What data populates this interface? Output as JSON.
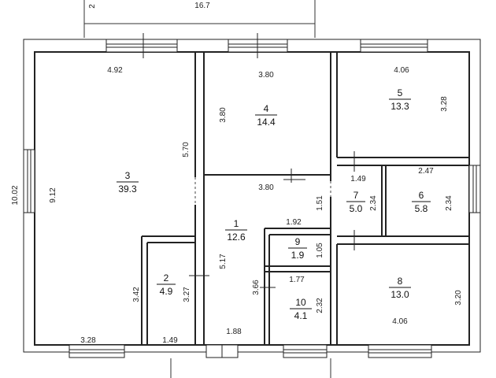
{
  "top_labels": {
    "left_cut": "2",
    "overall_width": "16.7"
  },
  "overall_height": "10.02",
  "rooms": [
    {
      "id": "1",
      "number": "1",
      "area": "12.6"
    },
    {
      "id": "2",
      "number": "2",
      "area": "4.9"
    },
    {
      "id": "3",
      "number": "3",
      "area": "39.3"
    },
    {
      "id": "4",
      "number": "4",
      "area": "14.4"
    },
    {
      "id": "5",
      "number": "5",
      "area": "13.3"
    },
    {
      "id": "6",
      "number": "6",
      "area": "5.8"
    },
    {
      "id": "7",
      "number": "7",
      "area": "5.0"
    },
    {
      "id": "8",
      "number": "8",
      "area": "13.0"
    },
    {
      "id": "9",
      "number": "9",
      "area": "1.9"
    },
    {
      "id": "10",
      "number": "10",
      "area": "4.1"
    }
  ],
  "dimensions": {
    "r3_top": "4.92",
    "r3_left": "9.12",
    "r3_right": "5.70",
    "r3_bottom": "3.28",
    "r4_top": "3.80",
    "r4_left": "3.80",
    "r4_bottom": "3.80",
    "r5_top": "4.06",
    "r5_right": "3.28",
    "r7_top": "1.49",
    "r7_left": "1.51",
    "r7_right": "2.34",
    "r6_top": "2.47",
    "r6_right": "2.34",
    "r1_right": "5.17",
    "r1_bottom": "1.88",
    "r9_top": "1.92",
    "r9_right": "1.05",
    "r10_top": "1.77",
    "r10_left": "3.66",
    "r10_right": "2.32",
    "r2_left": "3.42",
    "r2_right": "3.27",
    "r2_bottom": "1.49",
    "r8_right": "3.20",
    "r8_bottom": "4.06"
  }
}
